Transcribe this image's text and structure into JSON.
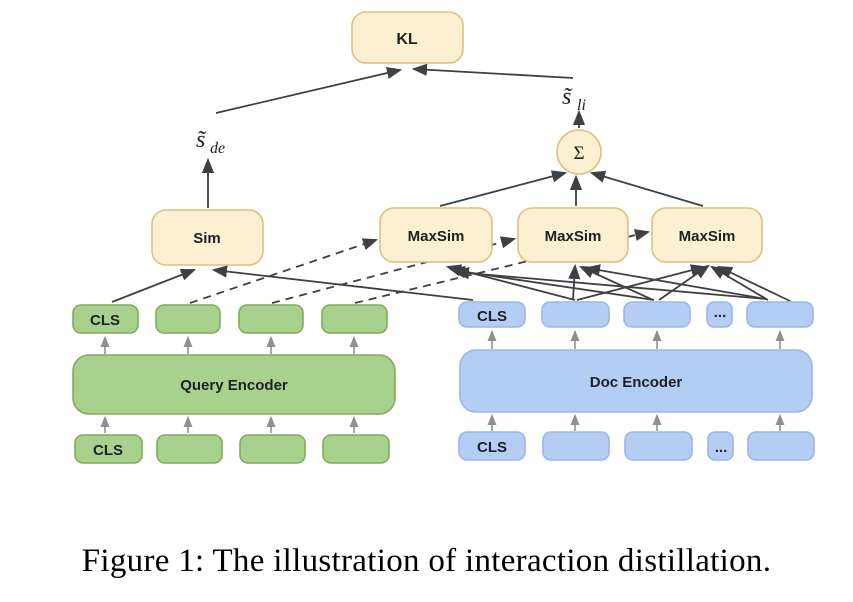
{
  "figure": {
    "caption": "Figure 1: The illustration of interaction distillation."
  },
  "diagram": {
    "nodes": {
      "kl": "KL",
      "sim": "Sim",
      "maxsim": [
        "MaxSim",
        "MaxSim",
        "MaxSim"
      ],
      "sum": "Σ",
      "score_de": {
        "base": "s̃",
        "sub": "de"
      },
      "score_li": {
        "base": "s̃",
        "sub": "li"
      }
    },
    "query": {
      "encoder": "Query Encoder",
      "cls": "CLS"
    },
    "doc": {
      "encoder": "Doc Encoder",
      "cls": "CLS",
      "ellipsis": "..."
    },
    "colors": {
      "operator_fill": "#FCF0D2",
      "operator_border": "#DFC07E",
      "query_fill": "#A9D18E",
      "query_border": "#82AB5F",
      "doc_fill": "#B4CDF5",
      "doc_border": "#9DB6E4",
      "edge_dark": "#3d4044",
      "edge_gray": "#8f8f8f"
    }
  }
}
